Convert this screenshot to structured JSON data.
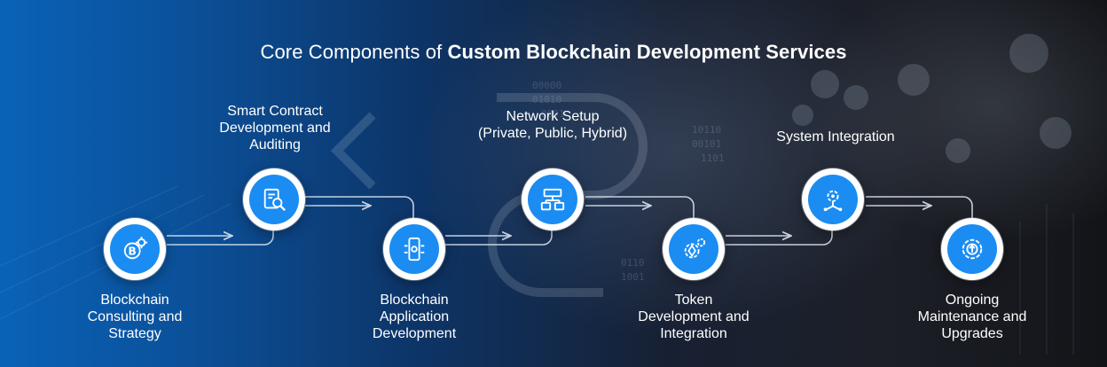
{
  "title": {
    "prefix": "Core Components of",
    "bold": "Custom Blockchain Development Services"
  },
  "steps": [
    {
      "label_lines": [
        "Blockchain",
        "Consulting and",
        "Strategy"
      ],
      "icon": "bitcoin-gear-icon"
    },
    {
      "label_lines": [
        "Smart Contract",
        "Development and",
        "Auditing"
      ],
      "icon": "contract-magnifier-icon"
    },
    {
      "label_lines": [
        "Blockchain",
        "Application",
        "Development"
      ],
      "icon": "mobile-app-icon"
    },
    {
      "label_lines": [
        "Network Setup",
        "(Private, Public, Hybrid)"
      ],
      "icon": "network-devices-icon"
    },
    {
      "label_lines": [
        "Token",
        "Development and",
        "Integration"
      ],
      "icon": "token-gears-icon"
    },
    {
      "label_lines": [
        "System Integration"
      ],
      "icon": "integration-gear-icon"
    },
    {
      "label_lines": [
        "Ongoing",
        "Maintenance and",
        "Upgrades"
      ],
      "icon": "upgrade-arrow-icon"
    }
  ],
  "colors": {
    "accent": "#1b8cf2",
    "node_ring": "#ffffff",
    "text": "#ffffff"
  }
}
